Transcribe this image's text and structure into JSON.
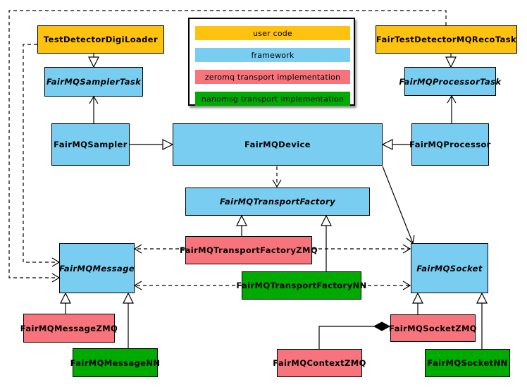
{
  "diagram": {
    "kind": "uml-class-diagram",
    "subject": "FairMQ framework class hierarchy",
    "colors": {
      "user_code": "#FFC20E",
      "framework": "#79CDF0",
      "zeromq": "#F8747C",
      "nanomsg": "#00AB00",
      "line": "#000000",
      "background": "#FFFFFF"
    },
    "legend": {
      "items": [
        {
          "label": "user code",
          "color": "#FFC20E"
        },
        {
          "label": "framework",
          "color": "#79CDF0"
        },
        {
          "label": "zeromq transport implementation",
          "color": "#F8747C"
        },
        {
          "label": "nanomsg transport implementation",
          "color": "#00AB00"
        }
      ]
    },
    "nodes": {
      "test_detector_digi_loader": {
        "label": "TestDetectorDigiLoader",
        "category": "user code",
        "abstract": false
      },
      "fair_test_detector_mq_reco_task": {
        "label": "FairTestDetectorMQRecoTask",
        "category": "user code",
        "abstract": false
      },
      "fair_mq_sampler_task": {
        "label": "FairMQSamplerTask",
        "category": "framework",
        "abstract": true
      },
      "fair_mq_processor_task": {
        "label": "FairMQProcessorTask",
        "category": "framework",
        "abstract": true
      },
      "fair_mq_sampler": {
        "label": "FairMQSampler",
        "category": "framework",
        "abstract": false
      },
      "fair_mq_device": {
        "label": "FairMQDevice",
        "category": "framework",
        "abstract": false
      },
      "fair_mq_processor": {
        "label": "FairMQProcessor",
        "category": "framework",
        "abstract": false
      },
      "fair_mq_transport_factory": {
        "label": "FairMQTransportFactory",
        "category": "framework",
        "abstract": true
      },
      "fair_mq_transport_factory_zmq": {
        "label": "FairMQTransportFactoryZMQ",
        "category": "zeromq",
        "abstract": false
      },
      "fair_mq_transport_factory_nn": {
        "label": "FairMQTransportFactoryNN",
        "category": "nanomsg",
        "abstract": false
      },
      "fair_mq_message": {
        "label": "FairMQMessage",
        "category": "framework",
        "abstract": true
      },
      "fair_mq_socket": {
        "label": "FairMQSocket",
        "category": "framework",
        "abstract": true
      },
      "fair_mq_message_zmq": {
        "label": "FairMQMessageZMQ",
        "category": "zeromq",
        "abstract": false
      },
      "fair_mq_message_nn": {
        "label": "FairMQMessageNN",
        "category": "nanomsg",
        "abstract": false
      },
      "fair_mq_socket_zmq": {
        "label": "FairMQSocketZMQ",
        "category": "zeromq",
        "abstract": false
      },
      "fair_mq_socket_nn": {
        "label": "FairMQSocketNN",
        "category": "nanomsg",
        "abstract": false
      },
      "fair_mq_context_zmq": {
        "label": "FairMQContextZMQ",
        "category": "zeromq",
        "abstract": false
      }
    },
    "edges": [
      {
        "from": "TestDetectorDigiLoader",
        "to": "FairMQSamplerTask",
        "type": "inheritance"
      },
      {
        "from": "FairTestDetectorMQRecoTask",
        "to": "FairMQProcessorTask",
        "type": "inheritance"
      },
      {
        "from": "FairMQSampler",
        "to": "FairMQSamplerTask",
        "type": "association"
      },
      {
        "from": "FairMQProcessor",
        "to": "FairMQProcessorTask",
        "type": "association"
      },
      {
        "from": "FairMQSampler",
        "to": "FairMQDevice",
        "type": "inheritance"
      },
      {
        "from": "FairMQProcessor",
        "to": "FairMQDevice",
        "type": "inheritance"
      },
      {
        "from": "FairMQDevice",
        "to": "FairMQTransportFactory",
        "type": "dependency"
      },
      {
        "from": "FairMQDevice",
        "to": "FairMQSocket",
        "type": "association"
      },
      {
        "from": "FairMQTransportFactoryZMQ",
        "to": "FairMQTransportFactory",
        "type": "inheritance"
      },
      {
        "from": "FairMQTransportFactoryNN",
        "to": "FairMQTransportFactory",
        "type": "inheritance"
      },
      {
        "from": "FairMQTransportFactoryZMQ",
        "to": "FairMQMessage",
        "type": "dependency"
      },
      {
        "from": "FairMQTransportFactoryZMQ",
        "to": "FairMQSocket",
        "type": "dependency"
      },
      {
        "from": "FairMQTransportFactoryNN",
        "to": "FairMQMessage",
        "type": "dependency"
      },
      {
        "from": "FairMQTransportFactoryNN",
        "to": "FairMQSocket",
        "type": "dependency"
      },
      {
        "from": "TestDetectorDigiLoader",
        "to": "FairMQMessage",
        "type": "dependency"
      },
      {
        "from": "FairTestDetectorMQRecoTask",
        "to": "FairMQMessage",
        "type": "dependency"
      },
      {
        "from": "FairMQMessageZMQ",
        "to": "FairMQMessage",
        "type": "inheritance"
      },
      {
        "from": "FairMQMessageNN",
        "to": "FairMQMessage",
        "type": "inheritance"
      },
      {
        "from": "FairMQSocketZMQ",
        "to": "FairMQSocket",
        "type": "inheritance"
      },
      {
        "from": "FairMQSocketNN",
        "to": "FairMQSocket",
        "type": "inheritance"
      },
      {
        "from": "FairMQContextZMQ",
        "to": "FairMQSocketZMQ",
        "type": "composition"
      }
    ]
  }
}
